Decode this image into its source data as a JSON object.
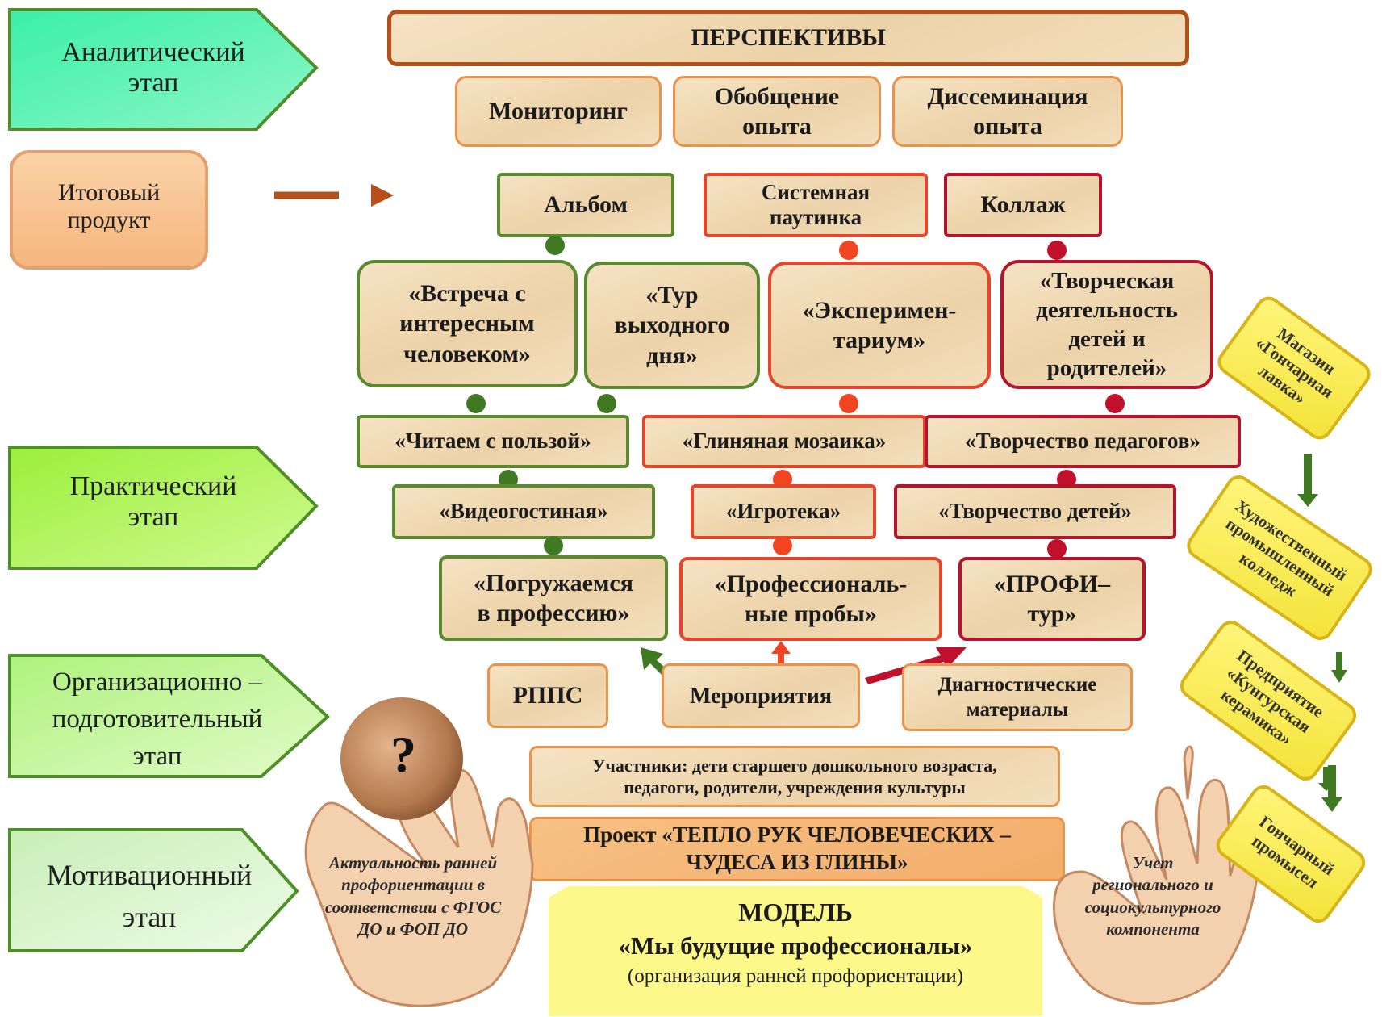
{
  "stages": {
    "analytical": "Аналитический\nэтап",
    "final_product": "Итоговый\nпродукт",
    "practical": "Практический\nэтап",
    "organizational": "Организационно –\nподготовительный\nэтап",
    "motivational": "Мотивационный\nэтап"
  },
  "perspectives": {
    "title": "ПЕРСПЕКТИВЫ",
    "monitoring": "Мониторинг",
    "generalization": "Обобщение\nопыта",
    "dissemination": "Диссеминация\nопыта"
  },
  "products": {
    "album": "Альбом",
    "web": "Системная\nпаутинка",
    "collage": "Коллаж"
  },
  "activities": {
    "meeting": "«Встреча с\nинтересным\nчеловеком»",
    "tour": "«Тур\nвыходного\nдня»",
    "experiment": "«Эксперимен-\nтариум»",
    "creative": "«Творческая\nдеятельность\nдетей и\nродителей»",
    "reading": "«Читаем с пользой»",
    "mosaic": "«Глиняная мозаика»",
    "teachers": "«Творчество педагогов»",
    "video": "«Видеогостиная»",
    "games": "«Игротека»",
    "children": "«Творчество детей»",
    "immersion": "«Погружаемся\nв профессию»",
    "trials": "«Профессиональ-\nные пробы»",
    "profi": "«ПРОФИ–\nтур»"
  },
  "org": {
    "rpps": "РППС",
    "events": "Мероприятия",
    "diagnostics": "Диагностические\nматериалы",
    "participants": "Участники: дети старшего дошкольного возраста,\nпедагоги, родители, учреждения культуры",
    "project": "Проект «ТЕПЛО РУК ЧЕЛОВЕЧЕСКИХ –\nЧУДЕСА ИЗ ГЛИНЫ»"
  },
  "model": {
    "title": "МОДЕЛЬ",
    "name": "«Мы будущие профессионалы»",
    "subtitle": "(организация ранней профориентации)"
  },
  "hands": {
    "left": "Актуальность ранней\nпрофориентации  в\nсоответствии с ФГОС\nДО и ФОП ДО",
    "right": "Учет\nрегионального и\nсоциокультурного\nкомпонента",
    "question": "?"
  },
  "partners": {
    "shop": "Магазин\n«Гончарная\nлавка»",
    "college": "Художественный\nпромышленный\nколледж",
    "factory": "Предприятие\n«Кунгурская\nкерамика»",
    "craft": "Гончарный\nпромысел"
  },
  "colors": {
    "green_stage": "#2ee39a",
    "practical_stage": "#a6f246",
    "org_stage": "#b5f58a",
    "motiv_stage": "#d3f5c8",
    "arrow_brown": "#b84f18",
    "green_dot": "#3f7a22",
    "red_dot": "#f04520",
    "crimson_dot": "#c0102c"
  }
}
